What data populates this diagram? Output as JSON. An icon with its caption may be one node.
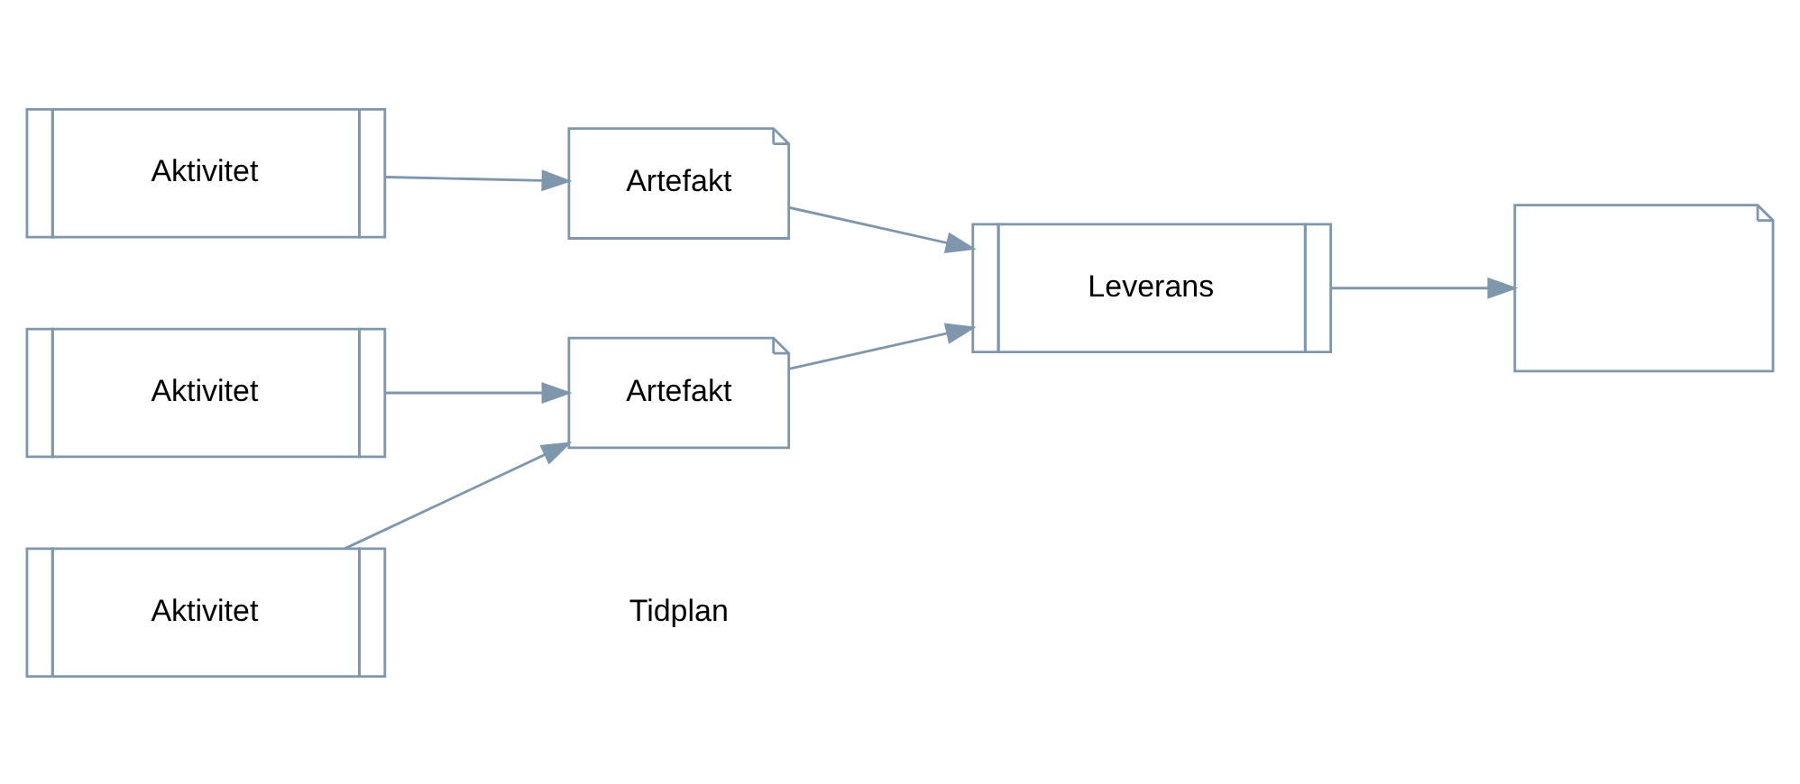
{
  "diagram": {
    "nodes": [
      {
        "text": [
          "Aktivitet"
        ]
      },
      {
        "text": [
          "Aktivitet"
        ]
      },
      {
        "text": [
          "Aktivitet"
        ]
      },
      {
        "text": [
          "Artefakt"
        ]
      },
      {
        "text": [
          "Artefakt"
        ]
      },
      {
        "text": [
          "Leverans"
        ]
      },
      {
        "text": [],
        "shape": "document"
      }
    ],
    "edges": [
      {
        "from": 0,
        "to": 3,
        "arrow": "to"
      },
      {
        "from": 1,
        "to": 3,
        "arrow": "to"
      },
      {
        "from": 2,
        "to": 4,
        "arrow": "to"
      },
      {
        "from": 3,
        "to": 5,
        "arrow": "to"
      },
      {
        "from": 4,
        "to": 5,
        "arrow": "to"
      },
      {
        "from": 5,
        "to": 6,
        "arrow": "to"
      }
    ],
    "labels": [
      "Tidplan"
    ]
  }
}
